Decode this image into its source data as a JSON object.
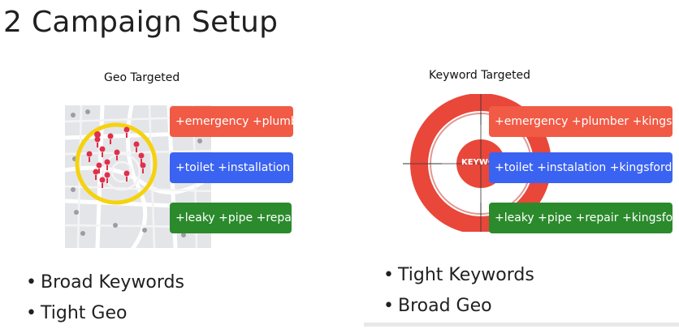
{
  "slide": {
    "title": "2 Campaign Setup"
  },
  "geo": {
    "heading": "Geo Targeted",
    "keywords": [
      "+emergency +plumbing",
      "+toilet +installation",
      "+leaky +pipe +repair"
    ],
    "bullets": [
      "Broad Keywords",
      "Tight Geo"
    ]
  },
  "keyword": {
    "heading": "Keyword Targeted",
    "target_label": "KEYWO",
    "keywords": [
      "+emergency +plumber +kingsford",
      "+toilet +instalation +kingsford",
      "+leaky +pipe +repair +kingsford"
    ],
    "bullets": [
      "Tight Keywords",
      "Broad Geo"
    ]
  },
  "colors": {
    "red": "#f15a45",
    "blue": "#3b63f1",
    "green": "#2b8a2c",
    "geo_ring": "#f5d20f",
    "pin": "#e0304a",
    "target_red": "#e8473a"
  },
  "icons": [
    "map-icon",
    "map-pin-icon",
    "target-icon"
  ]
}
